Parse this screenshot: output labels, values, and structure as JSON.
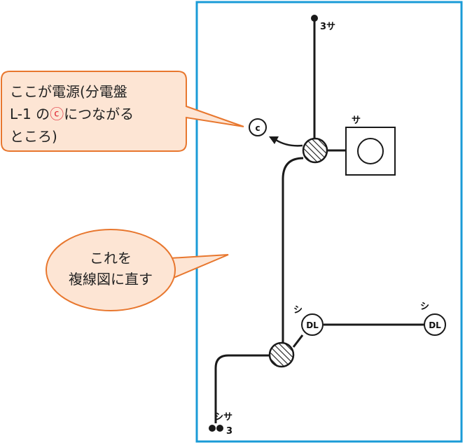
{
  "colors": {
    "frame": "#1a9bd7",
    "wire": "#1a1a1a",
    "callout_fill": "#fde5d4",
    "callout_stroke": "#e8772e",
    "accent_red": "#e0303c"
  },
  "diagram": {
    "top_outlet_label": "3サ",
    "source_label": "c",
    "switch_box_label": "サ",
    "dl_label_left": "シ",
    "dl_text_left": "DL",
    "dl_label_right": "シ",
    "dl_text_right": "DL",
    "bottom_label_top": "シサ",
    "bottom_label_num": "3"
  },
  "callouts": {
    "source": {
      "line1": "ここが電源(分電盤",
      "line2_prefix": "L-1 の",
      "line2_circled": "ⓒ",
      "line2_suffix": "につながる",
      "line3": "ところ)"
    },
    "convert": {
      "line1": "これを",
      "line2": "複線図に直す"
    }
  }
}
